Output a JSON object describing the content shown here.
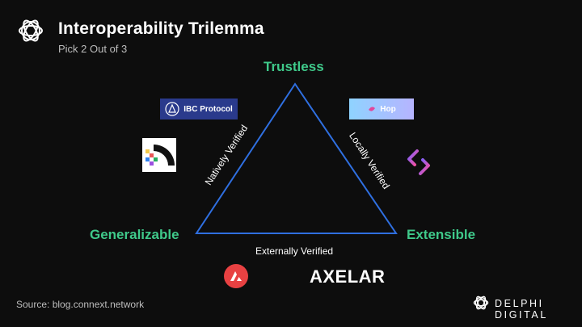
{
  "header": {
    "title": "Interoperability Trilemma",
    "subtitle": "Pick 2 Out of 3"
  },
  "diagram": {
    "vertices": {
      "top": "Trustless",
      "left": "Generalizable",
      "right": "Extensible"
    },
    "edges": {
      "left": "Natively Verified",
      "right": "Locally Verified",
      "bottom": "Externally Verified"
    },
    "logos": {
      "ibc": "IBC Protocol",
      "hop": "Hop",
      "axelar": "AXELAR"
    },
    "colors": {
      "accent": "#3fc98a",
      "triangle": "#2f6fe0"
    }
  },
  "footer": {
    "source": "Source: blog.connext.network",
    "brand": "DELPHI DIGITAL"
  }
}
